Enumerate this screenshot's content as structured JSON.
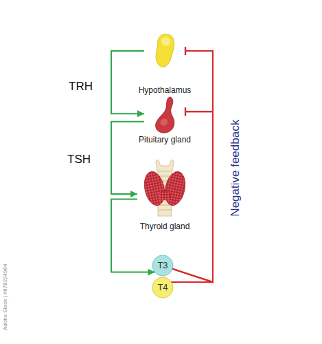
{
  "diagram": {
    "nodes": [
      {
        "text": [
          "Hypothalamus"
        ]
      },
      {
        "text": [
          "Pituitary gland"
        ]
      },
      {
        "text": [
          "Thyroid gland"
        ]
      },
      {
        "text": [
          "T3"
        ]
      },
      {
        "text": [
          "T4"
        ]
      }
    ],
    "edges": [
      {
        "from": 0,
        "to": 1,
        "arrow": "to",
        "label": "TRH"
      },
      {
        "from": 1,
        "to": 2,
        "arrow": "to",
        "label": "TSH"
      },
      {
        "from": 2,
        "to": 3,
        "arrow": "to"
      },
      {
        "from": 3,
        "to": 0,
        "arrow": "to"
      },
      {
        "from": 3,
        "to": 1,
        "arrow": "to"
      },
      {
        "from": 4,
        "to": 0,
        "arrow": "to"
      },
      {
        "from": 4,
        "to": 1,
        "arrow": "to"
      }
    ],
    "labels": [
      "Negative feedback",
      "Adobe Stock | #678224964"
    ]
  }
}
